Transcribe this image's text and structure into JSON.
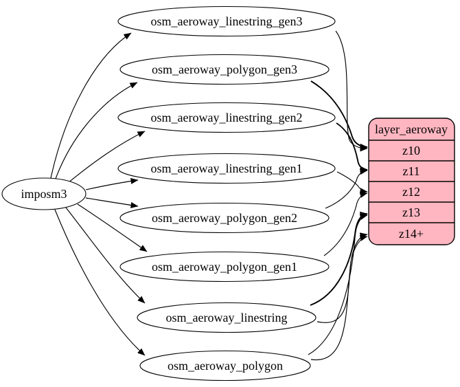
{
  "diagram": {
    "source": {
      "label": "imposm3"
    },
    "tables": [
      {
        "label": "osm_aeroway_linestring_gen3"
      },
      {
        "label": "osm_aeroway_polygon_gen3"
      },
      {
        "label": "osm_aeroway_linestring_gen2"
      },
      {
        "label": "osm_aeroway_linestring_gen1"
      },
      {
        "label": "osm_aeroway_polygon_gen2"
      },
      {
        "label": "osm_aeroway_polygon_gen1"
      },
      {
        "label": "osm_aeroway_linestring"
      },
      {
        "label": "osm_aeroway_polygon"
      }
    ],
    "layer": {
      "header": "layer_aeroway",
      "zoom_rows": [
        "z10",
        "z11",
        "z12",
        "z13",
        "z14+"
      ]
    },
    "edges": {
      "from_source": [
        {
          "from": "imposm3",
          "to": "osm_aeroway_linestring_gen3"
        },
        {
          "from": "imposm3",
          "to": "osm_aeroway_polygon_gen3"
        },
        {
          "from": "imposm3",
          "to": "osm_aeroway_linestring_gen2"
        },
        {
          "from": "imposm3",
          "to": "osm_aeroway_linestring_gen1"
        },
        {
          "from": "imposm3",
          "to": "osm_aeroway_polygon_gen2"
        },
        {
          "from": "imposm3",
          "to": "osm_aeroway_polygon_gen1"
        },
        {
          "from": "imposm3",
          "to": "osm_aeroway_linestring"
        },
        {
          "from": "imposm3",
          "to": "osm_aeroway_polygon"
        }
      ],
      "to_layer": [
        {
          "from": "osm_aeroway_linestring_gen3",
          "to": "z10"
        },
        {
          "from": "osm_aeroway_polygon_gen3",
          "to": "z10"
        },
        {
          "from": "osm_aeroway_linestring_gen2",
          "to": "z11"
        },
        {
          "from": "osm_aeroway_polygon_gen2",
          "to": "z11"
        },
        {
          "from": "osm_aeroway_linestring_gen1",
          "to": "z12"
        },
        {
          "from": "osm_aeroway_polygon_gen1",
          "to": "z12"
        },
        {
          "from": "osm_aeroway_linestring",
          "to": "z13"
        },
        {
          "from": "osm_aeroway_linestring",
          "to": "z14+"
        },
        {
          "from": "osm_aeroway_polygon",
          "to": "z13"
        },
        {
          "from": "osm_aeroway_polygon",
          "to": "z14+"
        }
      ]
    },
    "colors": {
      "layer_fill": "#ffb6c1",
      "node_fill": "#ffffff",
      "stroke": "#000000"
    }
  }
}
